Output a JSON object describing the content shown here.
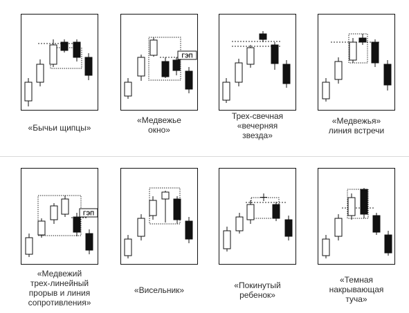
{
  "patterns": [
    {
      "caption": "«Бычьи щипцы»",
      "gap_label": ""
    },
    {
      "caption": "«Медвежье\nокно»",
      "gap_label": "ГЭП"
    },
    {
      "caption": "Трех-свечная\n«вечерняя\nзвезда»",
      "gap_label": ""
    },
    {
      "caption": "«Медвежья»\nлиния встречи",
      "gap_label": ""
    },
    {
      "caption": "«Медвежий\nтрех-линейный\nпрорыв и линия\nсопротивления»",
      "gap_label": "ГЭП"
    },
    {
      "caption": "«Висельник»",
      "gap_label": ""
    },
    {
      "caption": "«Покинутый\nребенок»",
      "gap_label": ""
    },
    {
      "caption": "«Темная\nнакрывающая\nтуча»",
      "gap_label": ""
    }
  ]
}
